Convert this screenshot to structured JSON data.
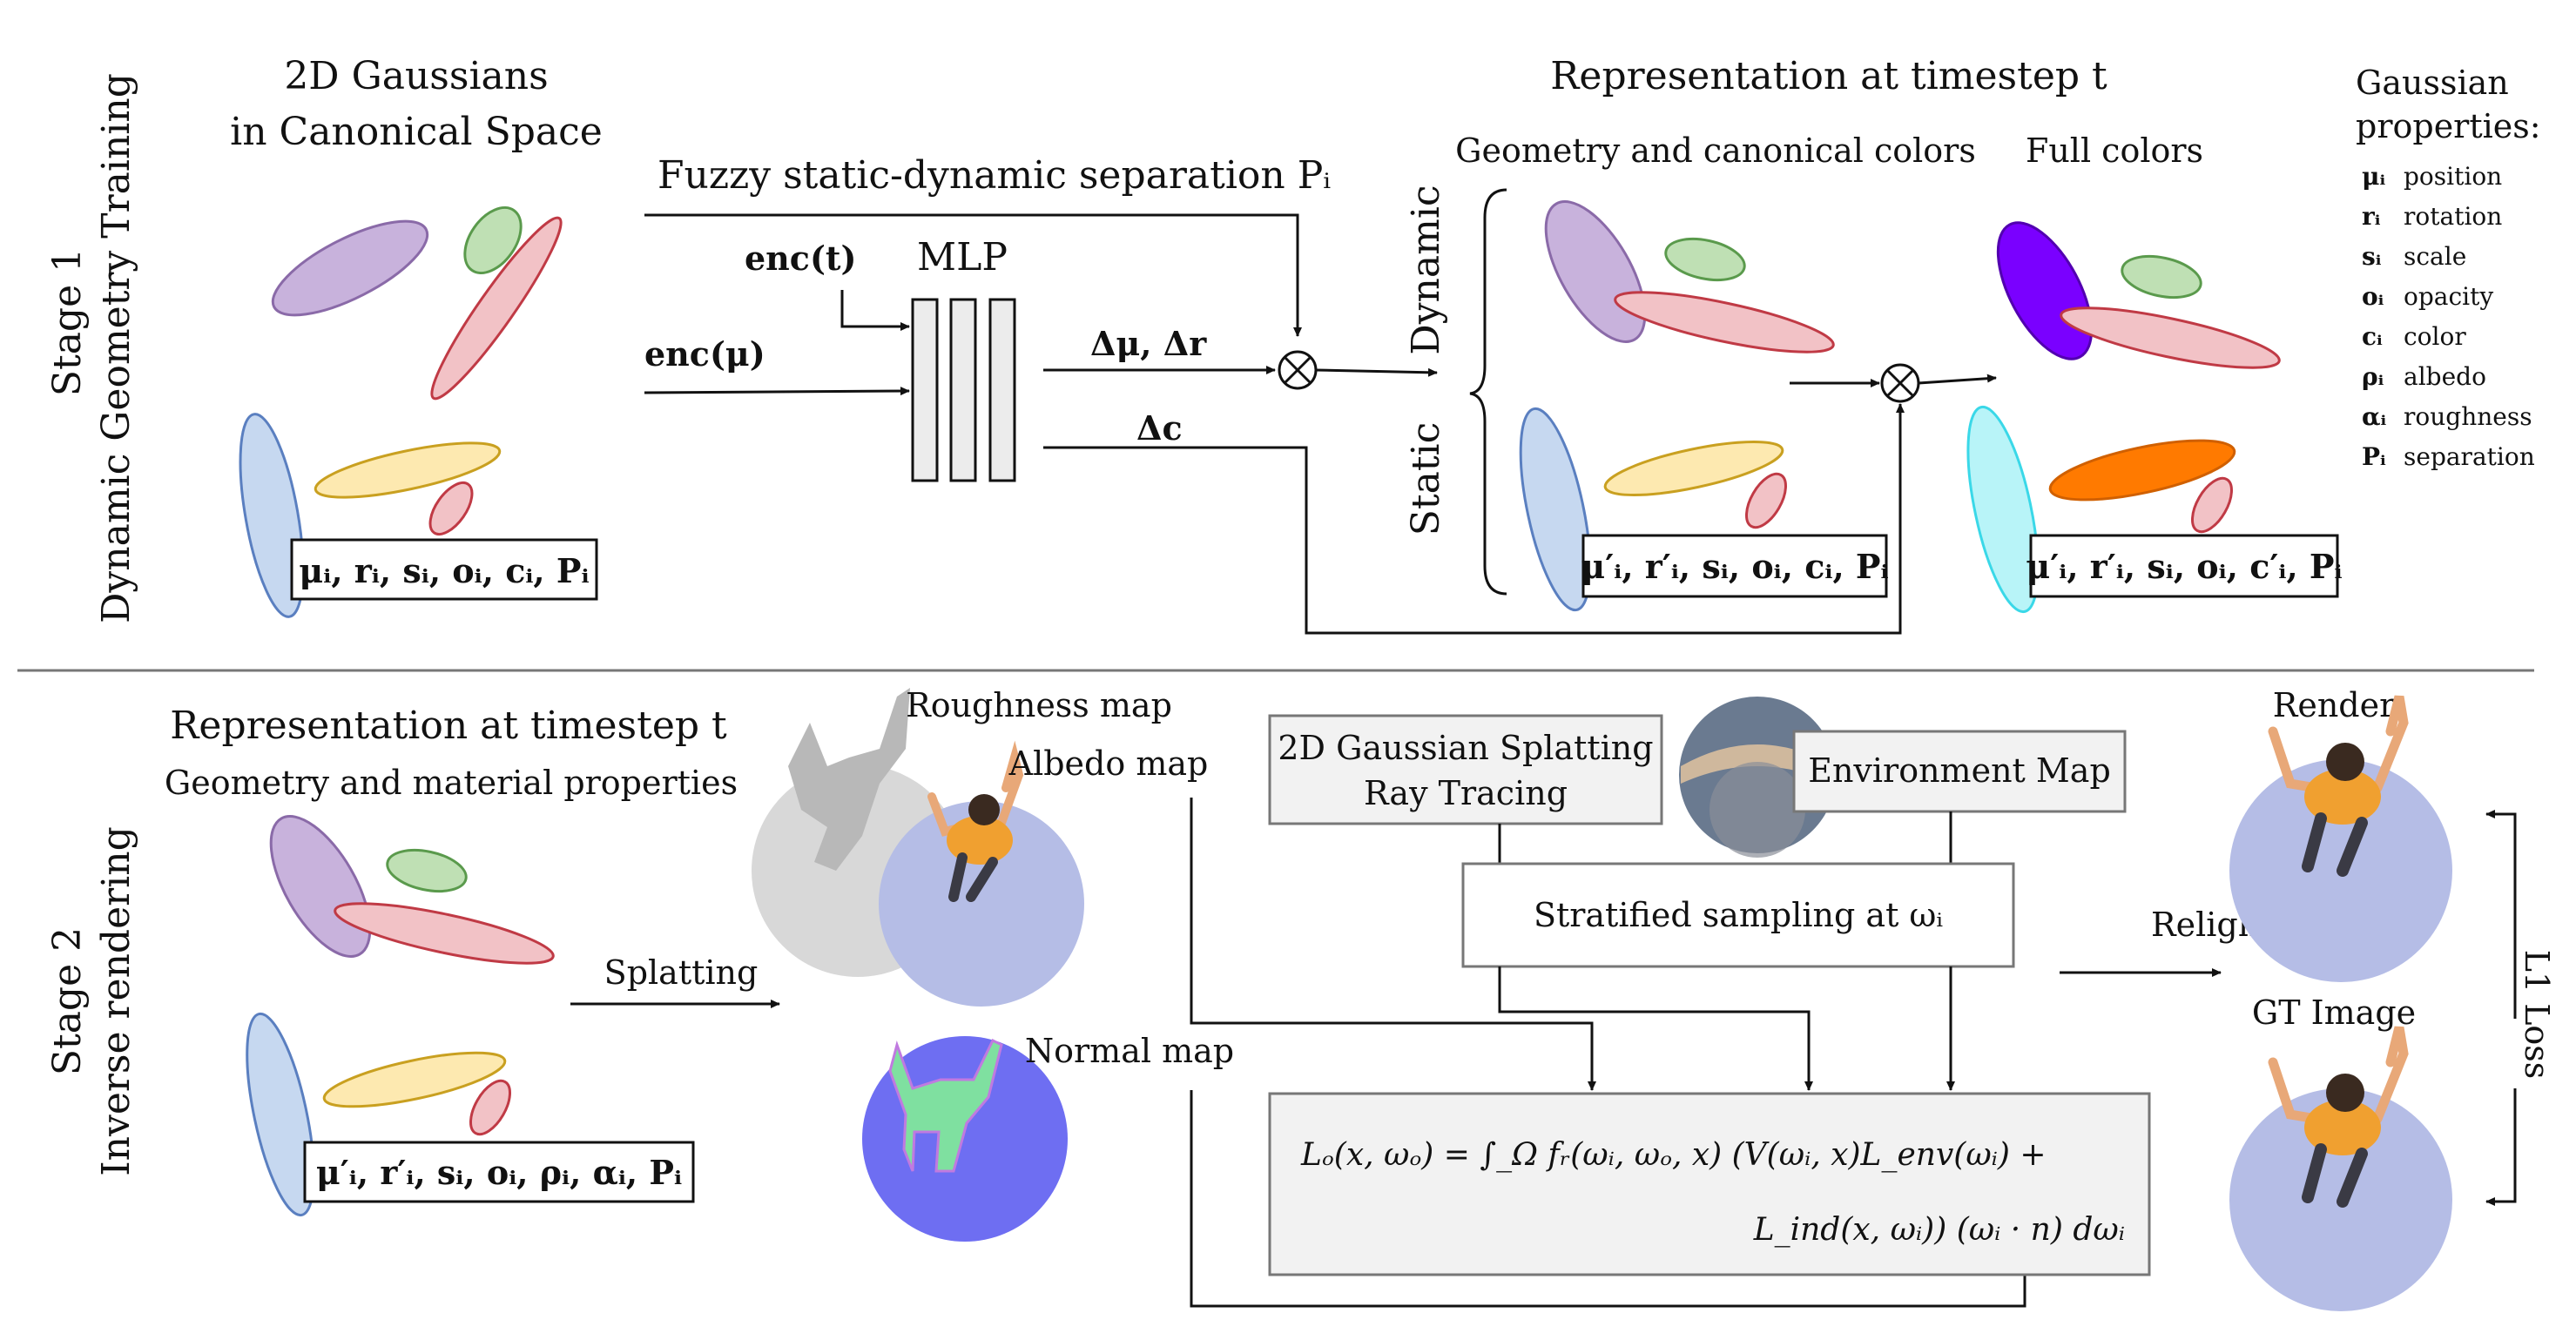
{
  "stage1": {
    "label_line1": "Stage 1",
    "label_line2": "Dynamic Geometry Training",
    "gaussians_title_line1": "2D Gaussians",
    "gaussians_title_line2": "in Canonical Space",
    "canonical_params": "μᵢ, rᵢ, sᵢ, oᵢ, cᵢ, Pᵢ",
    "separation_label": "Fuzzy static-dynamic separation Pᵢ",
    "enc_t": "enc(t)",
    "enc_mu": "enc(μ)",
    "mlp_label": "MLP",
    "delta_mu_r": "Δμ,  Δr",
    "delta_c": "Δc",
    "repr_title": "Representation at timestep t",
    "geom_colors_label": "Geometry and canonical colors",
    "full_colors_label": "Full colors",
    "dynamic_label": "Dynamic",
    "static_label": "Static",
    "deformed_params": "μ′ᵢ, r′ᵢ, sᵢ, oᵢ, cᵢ, Pᵢ",
    "full_params": "μ′ᵢ, r′ᵢ, sᵢ, oᵢ, c′ᵢ, Pᵢ",
    "props_title_line1": "Gaussian",
    "props_title_line2": "properties:",
    "props": [
      {
        "sym": "μᵢ",
        "desc": "position"
      },
      {
        "sym": "rᵢ",
        "desc": "rotation"
      },
      {
        "sym": "sᵢ",
        "desc": "scale"
      },
      {
        "sym": "oᵢ",
        "desc": "opacity"
      },
      {
        "sym": "cᵢ",
        "desc": "color"
      },
      {
        "sym": "ρᵢ",
        "desc": "albedo"
      },
      {
        "sym": "αᵢ",
        "desc": "roughness"
      },
      {
        "sym": "Pᵢ",
        "desc": "separation"
      }
    ]
  },
  "stage2": {
    "label_line1": "Stage 2",
    "label_line2": "Inverse rendering",
    "repr_title": "Representation at timestep t",
    "material_label": "Geometry and material properties",
    "material_params": "μ′ᵢ, r′ᵢ, sᵢ, oᵢ, ρᵢ, αᵢ, Pᵢ",
    "splatting_label": "Splatting",
    "roughness_map": "Roughness map",
    "albedo_map": "Albedo map",
    "normal_map": "Normal map",
    "ray_tracing_line1": "2D Gaussian Splatting",
    "ray_tracing_line2": "Ray Tracing",
    "env_map": "Environment Map",
    "stratified": "Stratified sampling at ωᵢ",
    "equation_line1": "Lₒ(x, ωₒ) = ∫_Ω fᵣ(ωᵢ, ωₒ, x) (V(ωᵢ, x)L_env(ωᵢ) +",
    "equation_line2": "L_ind(x, ωᵢ)) (ωᵢ · n) dωᵢ",
    "relighting": "Relighting",
    "render_label": "Render",
    "gt_label": "GT Image",
    "loss_label": "L1 Loss"
  },
  "colors": {
    "purple": "#c8b2dc",
    "green": "#bfe0b4",
    "red": "#f2c2c6",
    "yellow": "#fde9b0",
    "blue": "#c6d8f0",
    "violet_full": "#7a00ff",
    "orange_full": "#ff7a00",
    "cyan_full": "#b8f4f8",
    "box_fill": "#f2f2f2",
    "disc": "#b5bde6",
    "normal_disc": "#6e6ef2"
  }
}
